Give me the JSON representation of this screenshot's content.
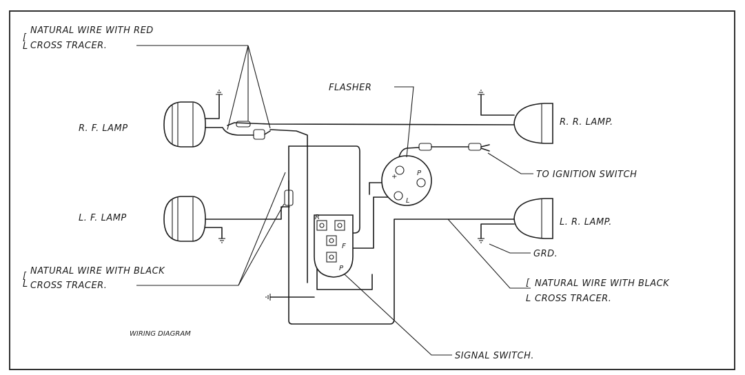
{
  "labels": {
    "red_tracer_1": "NATURAL WIRE WITH RED",
    "red_tracer_2": "CROSS TRACER.",
    "rf_lamp": "R. F. LAMP",
    "lf_lamp": "L. F. LAMP",
    "black_tracer_left_1": "NATURAL WIRE WITH BLACK",
    "black_tracer_left_2": "CROSS TRACER.",
    "wiring_diagram": "WIRING DIAGRAM",
    "flasher": "FLASHER",
    "rr_lamp": "R. R. LAMP.",
    "to_ignition": "TO IGNITION SWITCH",
    "lr_lamp": "L. R. LAMP.",
    "grd": "GRD.",
    "black_tracer_right_1": "NATURAL WIRE WITH BLACK",
    "black_tracer_right_2": "CROSS TRACER.",
    "signal_switch": "SIGNAL SWITCH."
  },
  "terminals": {
    "plus": "+",
    "p": "P",
    "l": "L",
    "r": "R",
    "f": "F",
    "p2": "P"
  },
  "colors": {
    "ink": "#1a1a1a",
    "paper": "#ffffff"
  }
}
